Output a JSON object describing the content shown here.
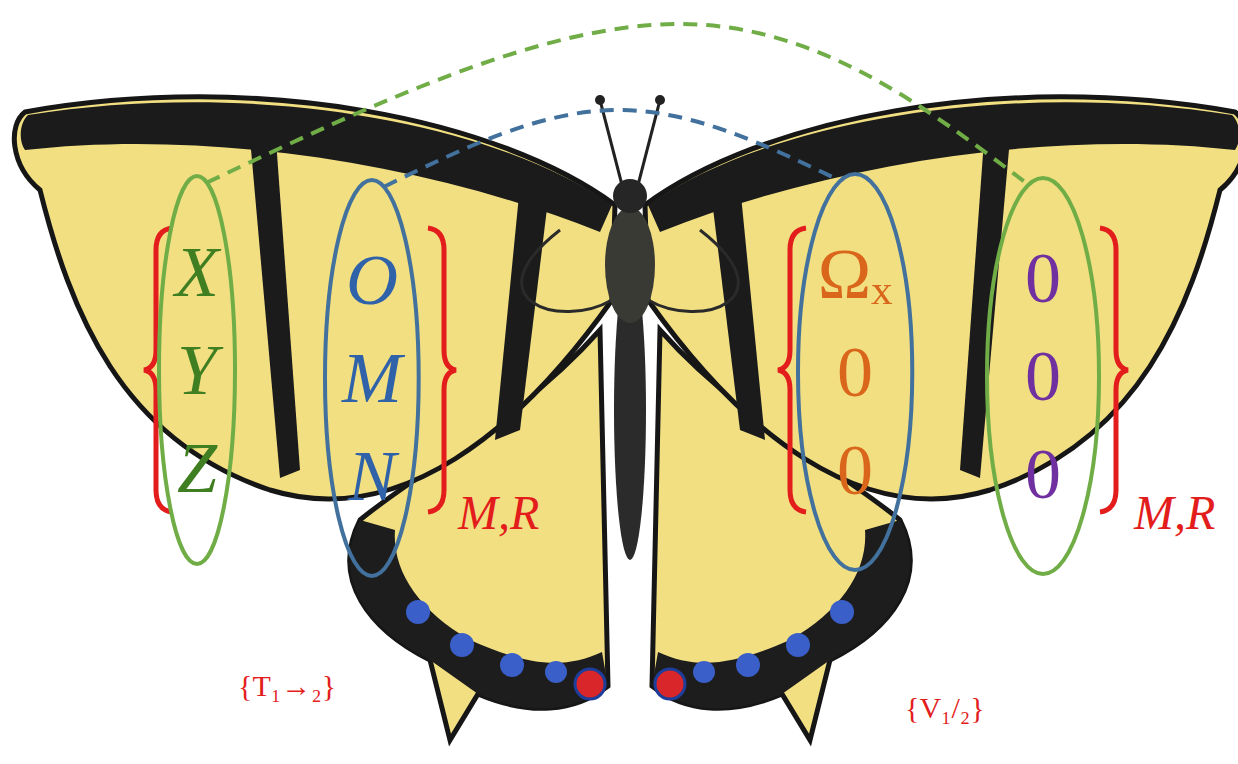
{
  "diagram": {
    "nodes": [
      {
        "text": [
          "X",
          "Y",
          "Z"
        ]
      },
      {
        "text": [
          "O",
          "M",
          "N"
        ]
      },
      {
        "text": [
          "Ωₓ",
          "0",
          "0"
        ]
      },
      {
        "text": [
          "0",
          "0",
          "0"
        ]
      }
    ],
    "edges": [
      {
        "from": 0,
        "to": 3,
        "arrow": "none"
      },
      {
        "from": 1,
        "to": 2,
        "arrow": "none"
      }
    ],
    "labels": [
      "M,R",
      "M,R",
      "{T₁→₂}",
      "{V₁/₂}"
    ]
  }
}
